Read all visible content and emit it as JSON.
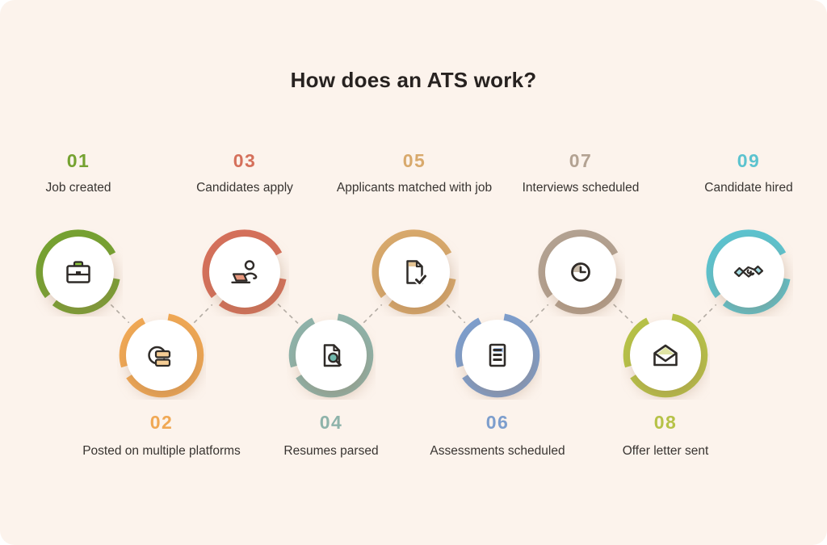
{
  "page": {
    "title": "How does an ATS work?",
    "background": "#fcf3ec",
    "title_color": "#272220",
    "label_color": "#383431"
  },
  "connector": {
    "color": "#b3aca4",
    "style": "dashed"
  },
  "steps": [
    {
      "number": "01",
      "label": "Job created",
      "color": "#75a231",
      "icon_accent": "#8cc63e",
      "icon": "briefcase-icon",
      "row": "top"
    },
    {
      "number": "02",
      "label": "Posted on multiple platforms",
      "color": "#f0a854",
      "icon_accent": "#f5cd95",
      "icon": "platforms-icon",
      "row": "bottom"
    },
    {
      "number": "03",
      "label": "Candidates apply",
      "color": "#d5705b",
      "icon_accent": "#e9977d",
      "icon": "person-laptop-icon",
      "row": "top"
    },
    {
      "number": "04",
      "label": "Resumes parsed",
      "color": "#8eb3aa",
      "icon_accent": "#6fb7ab",
      "icon": "resume-search-icon",
      "row": "bottom"
    },
    {
      "number": "05",
      "label": "Applicants matched with job",
      "color": "#d8a96c",
      "icon_accent": "#e5c493",
      "icon": "document-check-icon",
      "row": "top"
    },
    {
      "number": "06",
      "label": "Assessments scheduled",
      "color": "#7d9ecd",
      "icon_accent": "#a9c3e8",
      "icon": "assessment-list-icon",
      "row": "bottom"
    },
    {
      "number": "07",
      "label": "Interviews scheduled",
      "color": "#b3a292",
      "icon_accent": "#c9bcab",
      "icon": "clock-icon",
      "row": "top"
    },
    {
      "number": "08",
      "label": "Offer letter sent",
      "color": "#b6c247",
      "icon_accent": "#e0e4a4",
      "icon": "envelope-icon",
      "row": "bottom"
    },
    {
      "number": "09",
      "label": "Candidate hired",
      "color": "#5cc3cf",
      "icon_accent": "#a4dde4",
      "icon": "handshake-icon",
      "row": "top"
    }
  ]
}
